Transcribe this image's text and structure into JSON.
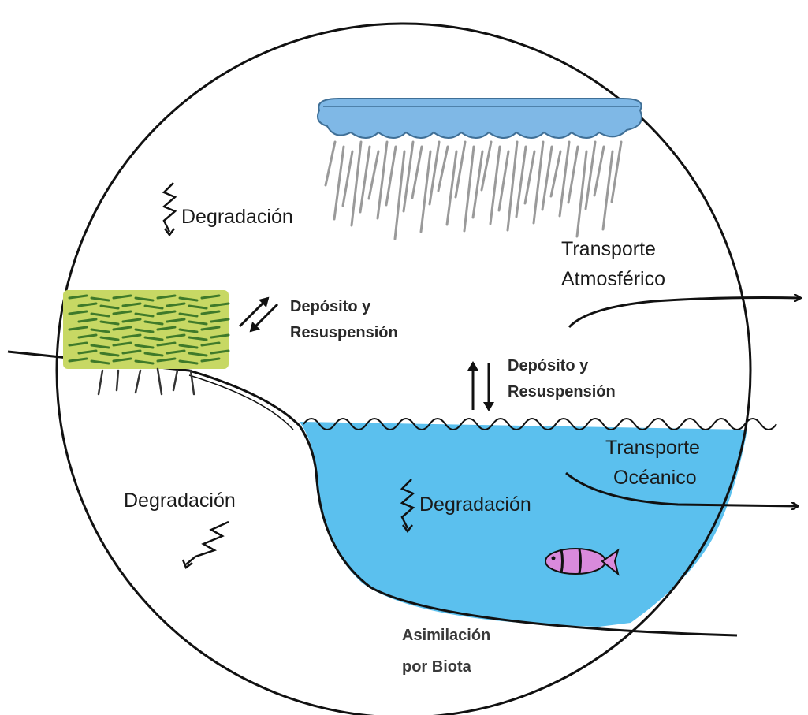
{
  "colors": {
    "water": "#5bc0ee",
    "cloud": "#7fb8e6",
    "cloud_stroke": "#3f6f96",
    "rain": "#9a9a9a",
    "grass": "#b9cf52",
    "grass_dark": "#3f7a2a",
    "fish": "#d98adc",
    "line": "#111111"
  },
  "labels": {
    "degradation_air": "Degradación",
    "deposit_land": [
      "Depósito y",
      "Resuspensión"
    ],
    "atmospheric_transport": [
      "Transporte",
      "Atmosférico"
    ],
    "deposit_water": [
      "Depósito y",
      "Resuspensión"
    ],
    "ocean_transport": [
      "Transporte",
      "Océanico"
    ],
    "degradation_soil": "Degradación",
    "degradation_water": "Degradación",
    "biota_assimilation": [
      "Asimilación",
      "por Biota"
    ]
  },
  "icons": [
    "cloud-icon",
    "rain-icon",
    "vegetation-icon",
    "fish-icon",
    "lightning-icon",
    "double-arrow-icon",
    "arrow-icon"
  ]
}
